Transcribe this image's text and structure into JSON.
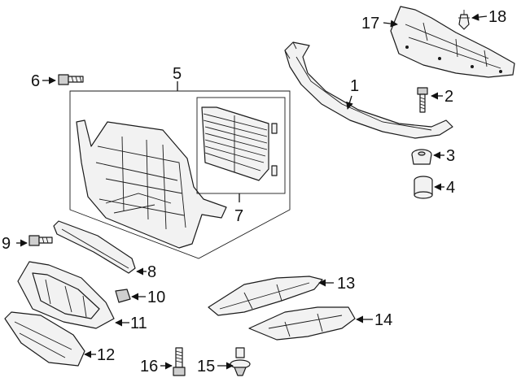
{
  "callouts": {
    "c1": "1",
    "c2": "2",
    "c3": "3",
    "c4": "4",
    "c5": "5",
    "c6": "6",
    "c7": "7",
    "c8": "8",
    "c9": "9",
    "c10": "10",
    "c11": "11",
    "c12": "12",
    "c13": "13",
    "c14": "14",
    "c15": "15",
    "c16": "16",
    "c17": "17",
    "c18": "18"
  },
  "colors": {
    "line": "#111111",
    "part_fill": "#f2f2f2",
    "part_shade": "#cfcfcf"
  }
}
